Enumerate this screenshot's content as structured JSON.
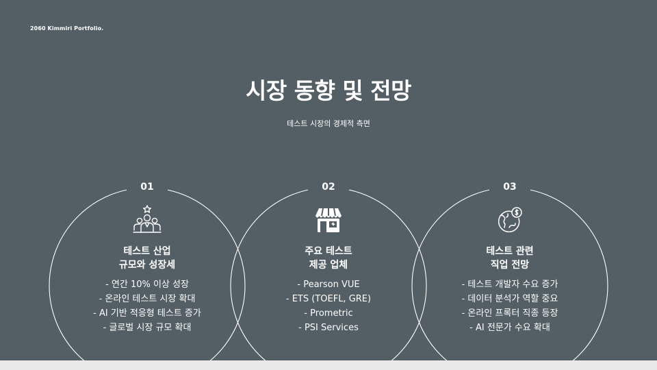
{
  "brand": "2060 Kimmiri Portfolio.",
  "title": "시장 동향 및 전망",
  "subtitle": "테스트 시장의 경제적 측면",
  "columns": [
    {
      "number": "01",
      "icon": "team-star-icon",
      "title_line1": "테스트 산업",
      "title_line2": "규모와 성장세",
      "items": [
        "- 연간 10% 이상 성장",
        "- 온라인 테스트 시장 확대",
        "- AI 기반 적응형 테스트 증가",
        "- 글로벌 시장 규모 확대"
      ]
    },
    {
      "number": "02",
      "icon": "storefront-icon",
      "title_line1": "주요 테스트",
      "title_line2": "제공 업체",
      "items": [
        "- Pearson VUE",
        "- ETS (TOEFL, GRE)",
        "- Prometric",
        "- PSI Services"
      ]
    },
    {
      "number": "03",
      "icon": "globe-dollar-icon",
      "title_line1": "테스트 관련",
      "title_line2": "직업 전망",
      "items": [
        "- 테스트 개발자 수요 증가",
        "- 데이터 분석가 역할 중요",
        "- 온라인 프록터 직종 등장",
        "- AI 전문가 수요 확대"
      ]
    }
  ],
  "colors": {
    "background": "#535f64",
    "foreground": "#ffffff",
    "bottom_strip": "#e9e9e9"
  }
}
